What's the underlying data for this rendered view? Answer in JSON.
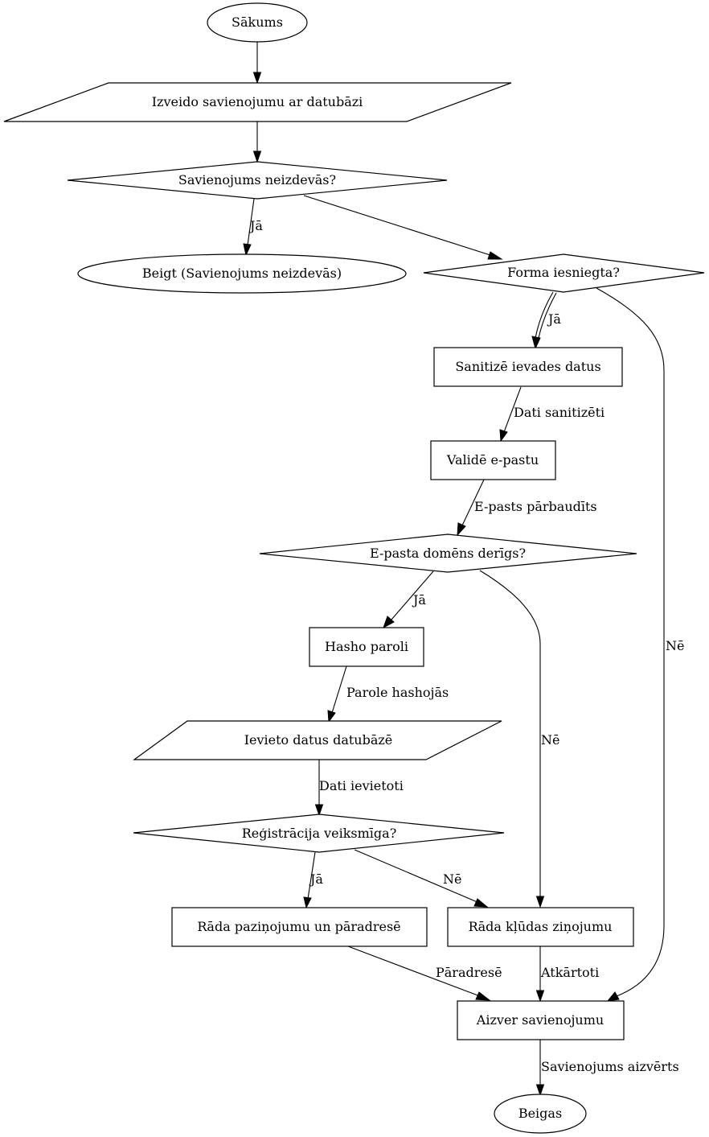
{
  "diagram": {
    "type": "flowchart",
    "nodes": {
      "start": {
        "label": "Sākums",
        "shape": "ellipse"
      },
      "connect": {
        "label": "Izveido savienojumu ar datubāzi",
        "shape": "parallelogram"
      },
      "conn_failed": {
        "label": "Savienojums neizdevās?",
        "shape": "diamond"
      },
      "end_failed": {
        "label": "Beigt (Savienojums neizdevās)",
        "shape": "ellipse"
      },
      "form_submitted": {
        "label": "Forma iesniegta?",
        "shape": "diamond"
      },
      "sanitize": {
        "label": "Sanitizē ievades datus",
        "shape": "box"
      },
      "validate_email": {
        "label": "Validē e-pastu",
        "shape": "box"
      },
      "domain_valid": {
        "label": "E-pasta domēns derīgs?",
        "shape": "diamond"
      },
      "hash_password": {
        "label": "Hasho paroli",
        "shape": "box"
      },
      "insert_data": {
        "label": "Ievieto datus datubāzē",
        "shape": "parallelogram"
      },
      "reg_success": {
        "label": "Reģistrācija veiksmīga?",
        "shape": "diamond"
      },
      "show_notice": {
        "label": "Rāda paziņojumu un pāradresē",
        "shape": "box"
      },
      "show_error": {
        "label": "Rāda kļūdas ziņojumu",
        "shape": "box"
      },
      "close_conn": {
        "label": "Aizver savienojumu",
        "shape": "box"
      },
      "end": {
        "label": "Beigas",
        "shape": "ellipse"
      }
    },
    "edges": {
      "start_connect": {
        "from": "start",
        "to": "connect",
        "label": ""
      },
      "connect_failed": {
        "from": "connect",
        "to": "conn_failed",
        "label": ""
      },
      "failed_yes": {
        "from": "conn_failed",
        "to": "end_failed",
        "label": "Jā"
      },
      "failed_no": {
        "from": "conn_failed",
        "to": "form_submitted",
        "label": ""
      },
      "form_yes": {
        "from": "form_submitted",
        "to": "sanitize",
        "label": "Jā"
      },
      "form_no": {
        "from": "form_submitted",
        "to": "close_conn",
        "label": "Nē"
      },
      "sanitize_validate": {
        "from": "sanitize",
        "to": "validate_email",
        "label": "Dati sanitizēti"
      },
      "validate_domain": {
        "from": "validate_email",
        "to": "domain_valid",
        "label": "E-pasts pārbaudīts"
      },
      "domain_yes": {
        "from": "domain_valid",
        "to": "hash_password",
        "label": "Jā"
      },
      "domain_no": {
        "from": "domain_valid",
        "to": "show_error",
        "label": "Nē"
      },
      "hash_insert": {
        "from": "hash_password",
        "to": "insert_data",
        "label": "Parole hashojās"
      },
      "insert_reg": {
        "from": "insert_data",
        "to": "reg_success",
        "label": "Dati ievietoti"
      },
      "reg_yes": {
        "from": "reg_success",
        "to": "show_notice",
        "label": "Jā"
      },
      "reg_no": {
        "from": "reg_success",
        "to": "show_error",
        "label": "Nē"
      },
      "notice_close": {
        "from": "show_notice",
        "to": "close_conn",
        "label": "Pāradresē"
      },
      "error_close": {
        "from": "show_error",
        "to": "close_conn",
        "label": "Atkārtoti"
      },
      "close_end": {
        "from": "close_conn",
        "to": "end",
        "label": "Savienojums aizvērts"
      }
    }
  }
}
